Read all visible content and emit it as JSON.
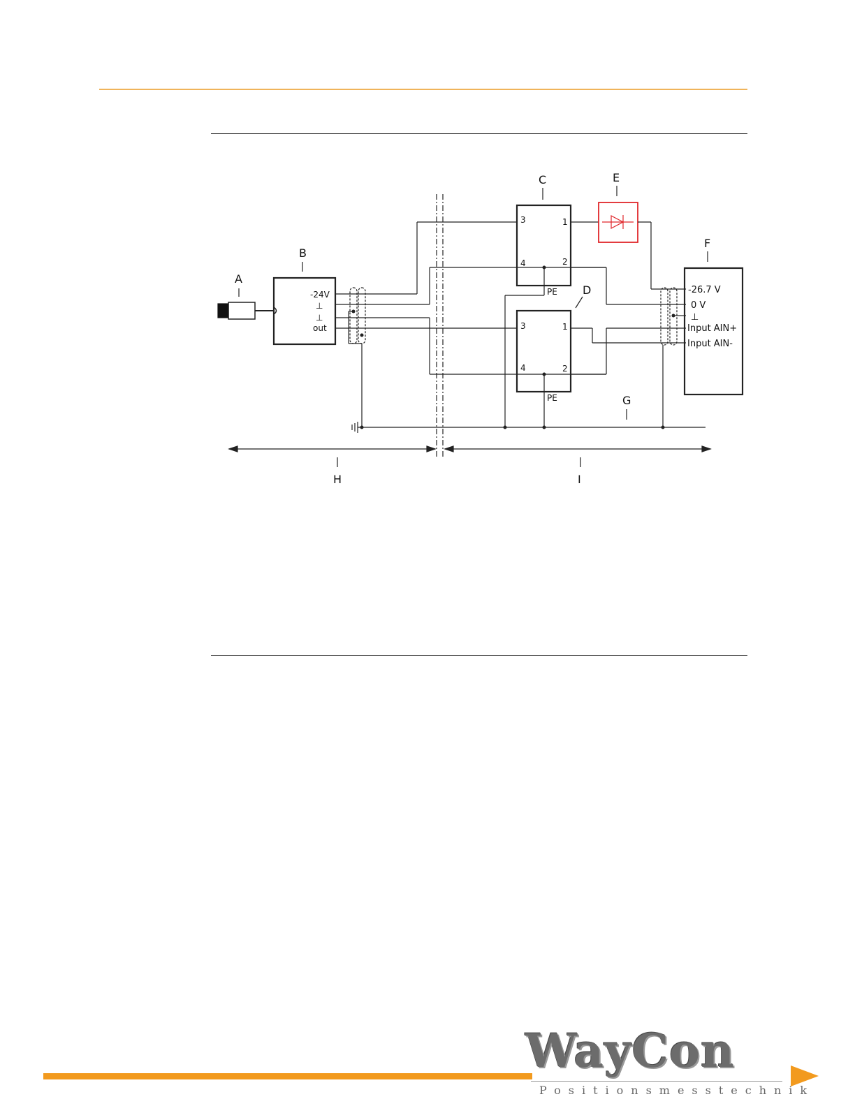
{
  "diagram": {
    "labels": {
      "A": "A",
      "B": "B",
      "C": "C",
      "D": "D",
      "E": "E",
      "F": "F",
      "G": "G",
      "H": "H",
      "I": "I"
    },
    "block_b": {
      "pin_minus24": "-24V",
      "pin_gnd1": "⊥",
      "pin_gnd2": "⊥",
      "pin_out": "out"
    },
    "block_c": {
      "pin3": "3",
      "pin1": "1",
      "pin4": "4",
      "pin2": "2",
      "pe": "PE"
    },
    "block_d": {
      "pin3": "3",
      "pin1": "1",
      "pin4": "4",
      "pin2": "2",
      "pe": "PE"
    },
    "block_f": {
      "supply": "-26.7 V",
      "zero": "0 V",
      "gnd": "⊥",
      "ain_plus": "Input AIN+",
      "ain_minus": "Input AIN-"
    },
    "colors": {
      "line": "#222222",
      "diode": "#e0262a"
    }
  },
  "footer": {
    "logo_word": "WayCon",
    "logo_subtitle": "Positionsmesstechnik",
    "accent": "#f29a1e"
  }
}
